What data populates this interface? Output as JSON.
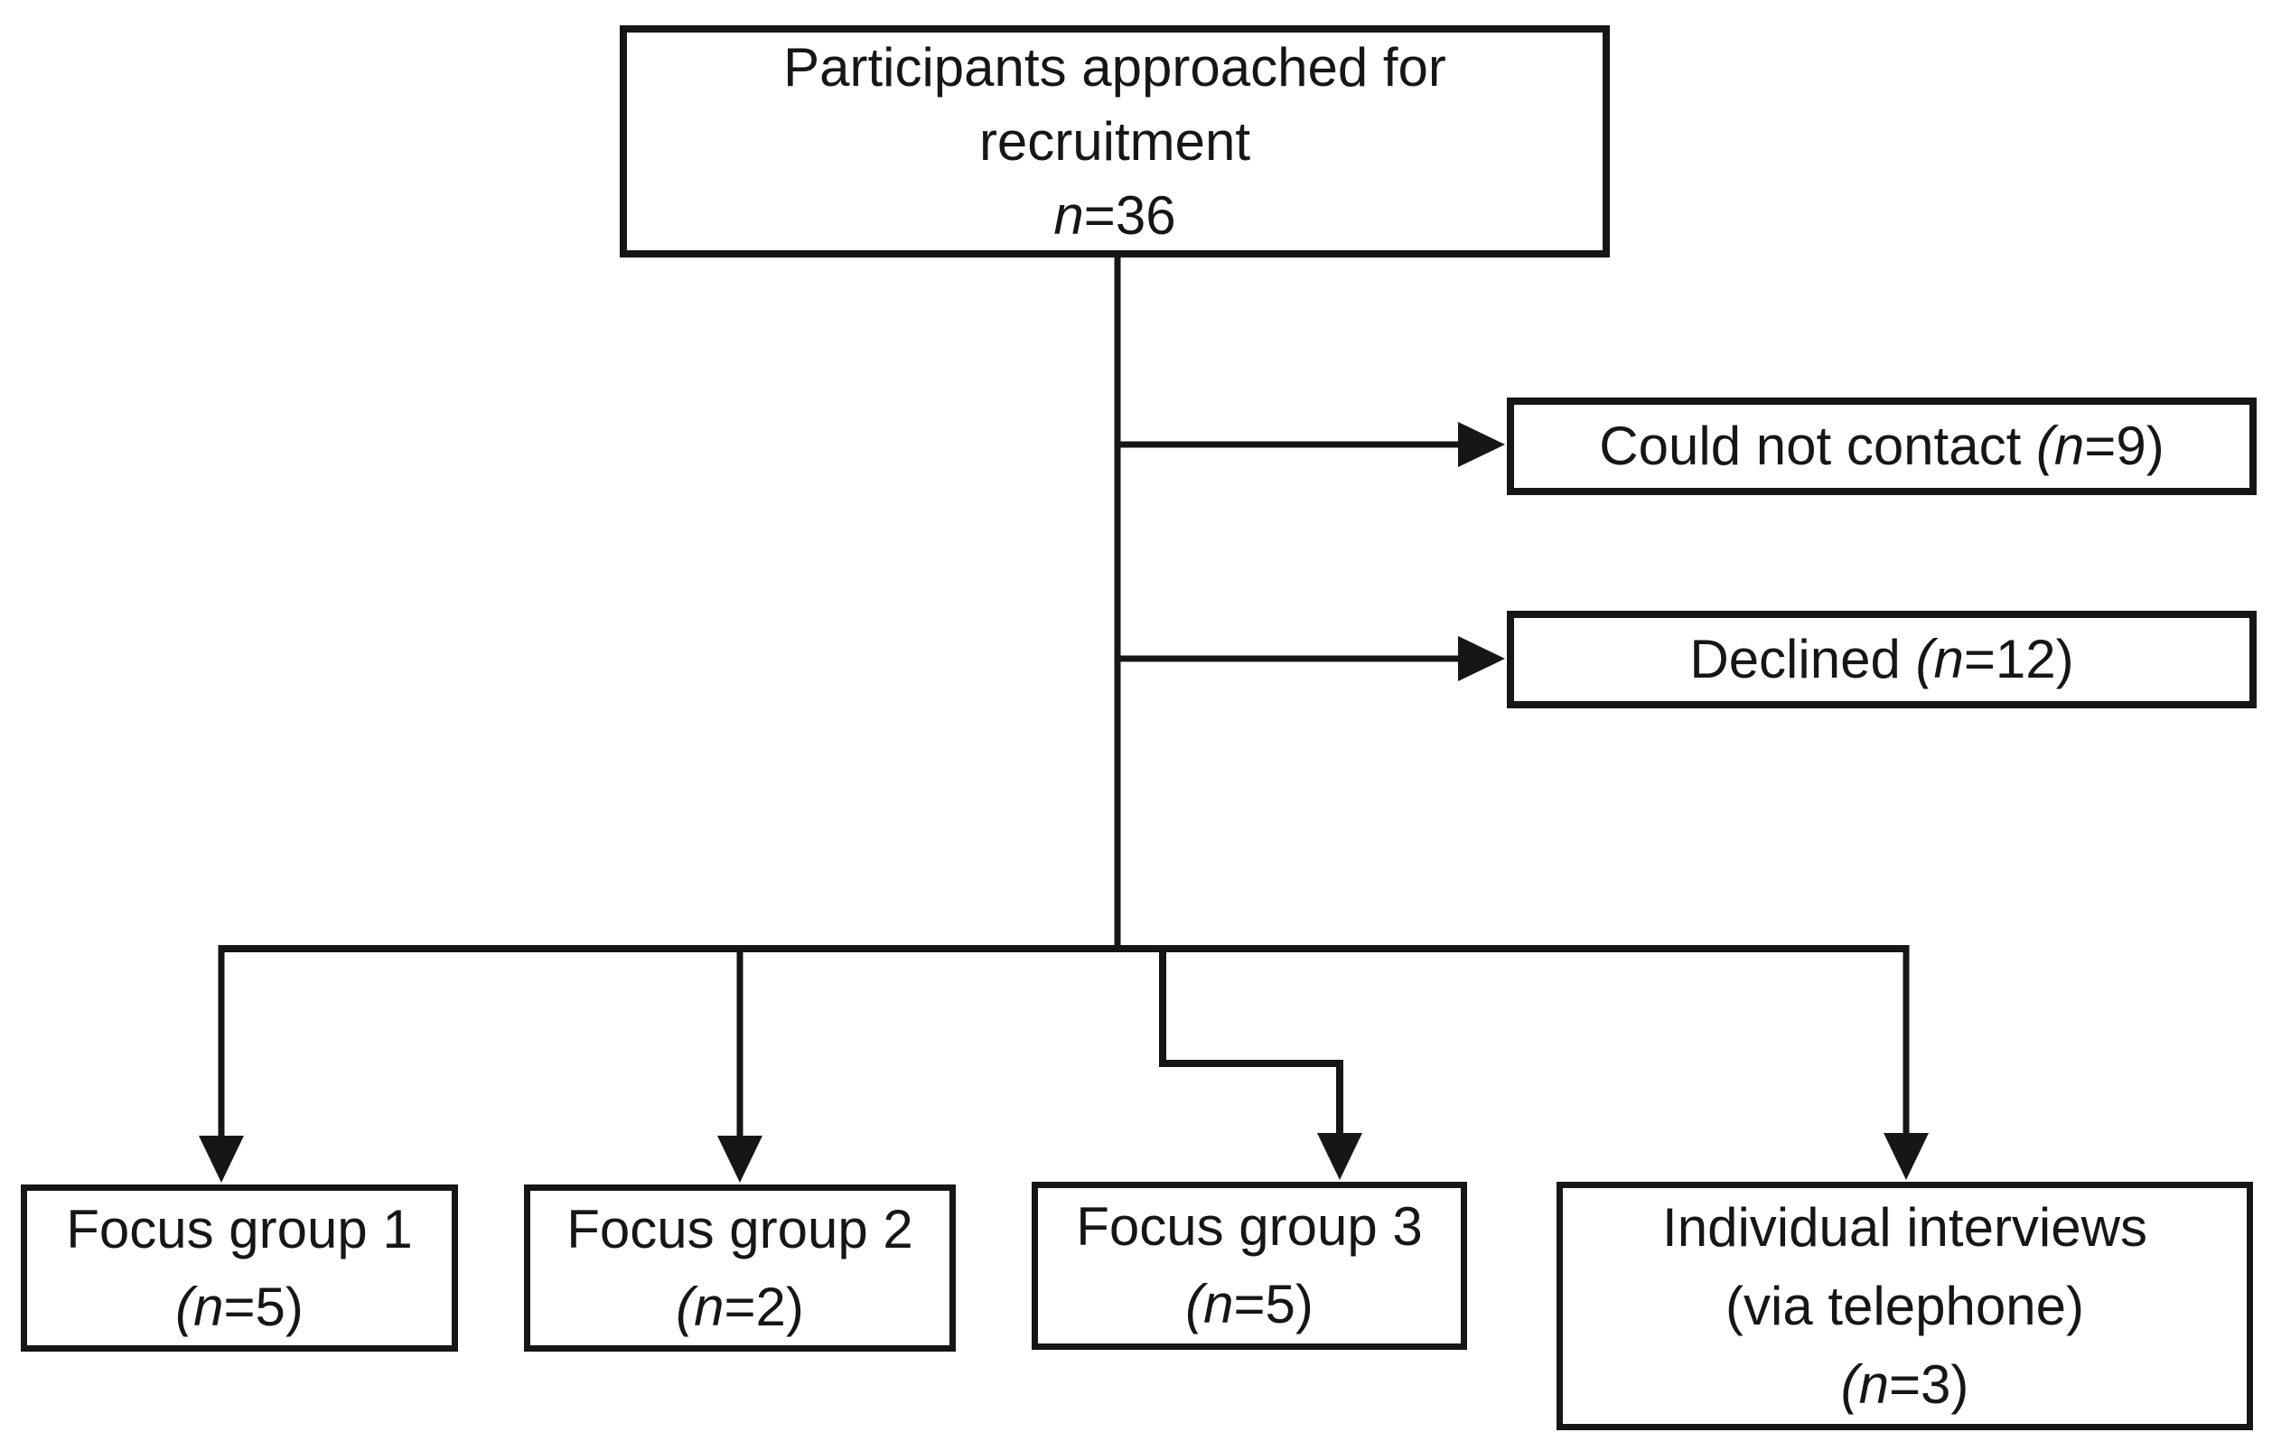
{
  "nodes": {
    "approached": {
      "line1": "Participants approached for",
      "line2": "recruitment",
      "n_prefix": "n",
      "n_suffix": "=36"
    },
    "could_not_contact": {
      "label": "Could not contact",
      "n_prefix": "(n",
      "n_suffix": "=9)"
    },
    "declined": {
      "label": "Declined",
      "n_prefix": "(n",
      "n_suffix": "=12)"
    },
    "focus_group_1": {
      "label": "Focus group 1",
      "n_prefix": "(n",
      "n_suffix": "=5)"
    },
    "focus_group_2": {
      "label": "Focus group 2",
      "n_prefix": "(n",
      "n_suffix": "=2)"
    },
    "focus_group_3": {
      "label": "Focus group 3",
      "n_prefix": "(n",
      "n_suffix": "=5)"
    },
    "individual_interviews": {
      "label": "Individual interviews",
      "sub_label": "(via telephone)",
      "n_prefix": "(n",
      "n_suffix": "=3)"
    }
  },
  "colors": {
    "line": "#161616",
    "text": "#161616",
    "background": "#ffffff"
  }
}
